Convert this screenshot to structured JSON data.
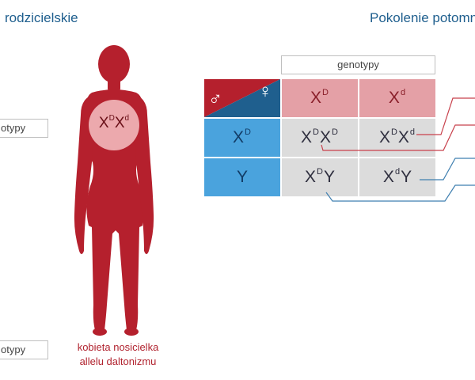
{
  "headers": {
    "parental": "rodzicielskie",
    "offspring": "Pokolenie potomn"
  },
  "left_boxes": {
    "top": "otypy",
    "bottom": "otypy"
  },
  "figure": {
    "genotype_base1": "X",
    "genotype_sup1": "D",
    "genotype_base2": "X",
    "genotype_sup2": "d",
    "caption_line1": "kobieta nosicielka",
    "caption_line2": "allelu daltonizmu"
  },
  "table": {
    "genotypes_label": "genotypy",
    "header_female_symbol": "♀",
    "header_male_symbol": "♂",
    "female_gametes": [
      {
        "base": "X",
        "sup": "D"
      },
      {
        "base": "X",
        "sup": "d"
      }
    ],
    "male_gametes": [
      {
        "base": "X",
        "sup": "D"
      },
      {
        "base": "Y",
        "sup": ""
      }
    ],
    "cells": [
      [
        {
          "a": "X",
          "as": "D",
          "b": "X",
          "bs": "D"
        },
        {
          "a": "X",
          "as": "D",
          "b": "X",
          "bs": "d"
        }
      ],
      [
        {
          "a": "X",
          "as": "D",
          "b": "Y",
          "bs": ""
        },
        {
          "a": "X",
          "as": "d",
          "b": "Y",
          "bs": ""
        }
      ]
    ]
  },
  "colors": {
    "figure_red": "#b5202d",
    "female_cell": "#e4a0a6",
    "male_cell": "#4aa3dd",
    "offspring_cell": "#dcdcdc",
    "header_blue": "#1f5f8e",
    "line_red": "#c8414c",
    "line_blue": "#3f7fb0"
  }
}
